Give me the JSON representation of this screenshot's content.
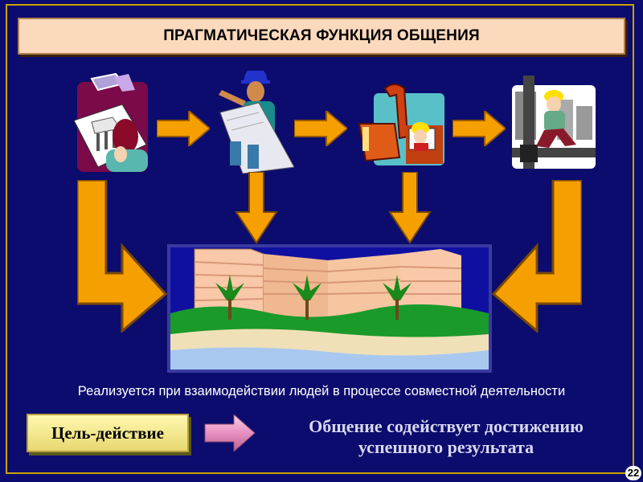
{
  "slide": {
    "title": "ПРАГМАТИЧЕСКАЯ ФУНКЦИЯ ОБЩЕНИЯ",
    "caption": "Реализуется при взаимодействии людей в процессе совместной деятельности",
    "goal_label": "Цель-действие",
    "result_line1": "Общение содействует достижению",
    "result_line2": "успешного результата",
    "page_number": "22"
  },
  "colors": {
    "background": "#0c0c6e",
    "arrow_orange": "#f5a000",
    "title_fill": "#fbd9bd",
    "goal_fill": "#fff8b0",
    "goal_arrow": "#f0a0c8"
  },
  "icons": [
    "architect-design-icon",
    "engineer-blueprint-icon",
    "excavator-worker-icon",
    "construction-worker-icon",
    "finished-building-icon"
  ]
}
